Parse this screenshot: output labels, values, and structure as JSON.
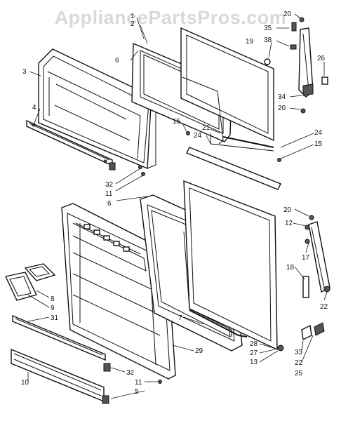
{
  "watermark": "AppliancePartsPros.com",
  "labels": {
    "l1": "1",
    "l2": "2",
    "l3": "3",
    "l4": "4",
    "l6a": "6",
    "l20a": "20",
    "l35": "35",
    "l38": "38",
    "l19": "19",
    "l26": "26",
    "l34": "34",
    "l20b": "20",
    "l15a": "15",
    "l21": "21",
    "l24a": "24",
    "l24b": "24",
    "l15b": "15",
    "l32a": "32",
    "l11a": "11",
    "l6b": "6",
    "l20c": "20",
    "l12": "12",
    "l17": "17",
    "l18": "18",
    "l22a": "22",
    "l8": "8",
    "l9": "9",
    "l31": "31",
    "l7": "7",
    "l29": "29",
    "l28": "28",
    "l27": "27",
    "l13": "13",
    "l33": "33",
    "l22b": "22",
    "l25": "25",
    "l32b": "32",
    "l11b": "11",
    "l5": "5",
    "l10": "10"
  }
}
